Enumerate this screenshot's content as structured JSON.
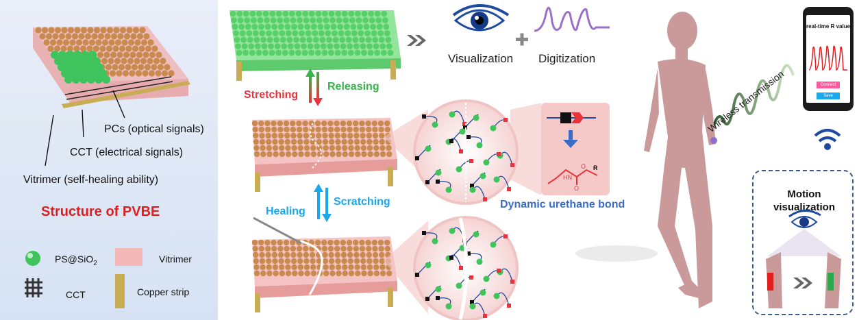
{
  "left_panel": {
    "labels": {
      "pcs": "PCs (optical signals)",
      "cct": "CCT (electrical signals)",
      "vitrimer": "Vitrimer (self-healing ability)"
    },
    "structure_title": "Structure of PVBE",
    "legend": {
      "ps_sio2": "PS@SiO",
      "ps_sio2_sub": "2",
      "vitrimer": "Vitrimer",
      "cct": "CCT",
      "copper_strip": "Copper strip"
    }
  },
  "center": {
    "visualization": "Visualization",
    "digitization": "Digitization",
    "stretching": "Stretching",
    "releasing": "Releasing",
    "healing": "Healing",
    "scratching": "Scratching",
    "bond_label": "Dynamic urethane bond",
    "chem_hn": "HN",
    "chem_o_carbonyl": "O",
    "chem_o_ester": "O",
    "chem_r": "R"
  },
  "right": {
    "wireless": "Wireless transmission",
    "phone_title": "real-time R value",
    "connect": "Connect",
    "save": "Save",
    "motion_title_1": "Motion",
    "motion_title_2": "visualization"
  },
  "colors": {
    "title_red": "#e01e1e",
    "bond_blue": "#3a6cc8",
    "stretch_red": "#e8323c",
    "release_green": "#36b449",
    "heal_blue": "#1aa7ec",
    "pink_matrix": "#f2b8bb",
    "sphere_orange": "#c88a4e",
    "sphere_green": "#3fc45d"
  }
}
